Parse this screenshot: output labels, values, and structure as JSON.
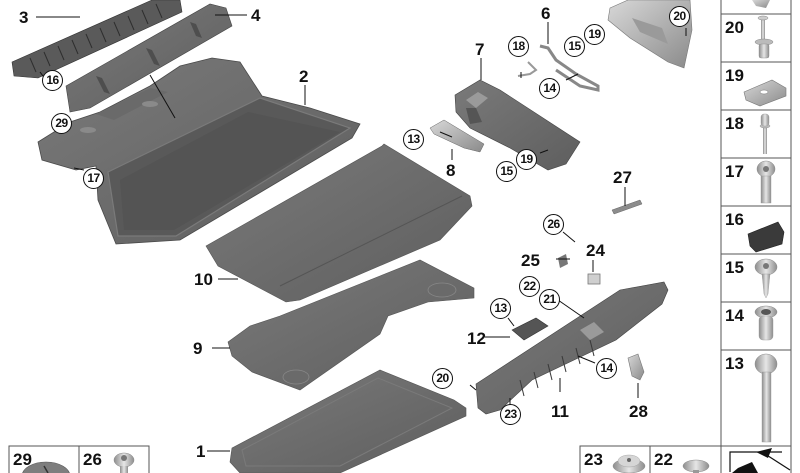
{
  "diagram": {
    "type": "exploded-parts-diagram",
    "subject": "Trunk / luggage compartment trim panels and floor",
    "colors": {
      "part_fill": "#6e6e6e",
      "part_dark": "#4a4a4a",
      "part_light": "#9a9a9a",
      "small_part_light": "#c8c8c8",
      "leader_line": "#111111",
      "cell_border": "#555555",
      "background": "#ffffff"
    },
    "callouts": {
      "main": [
        {
          "id": "3",
          "text": "3"
        },
        {
          "id": "4",
          "text": "4"
        },
        {
          "id": "2",
          "text": "2"
        },
        {
          "id": "6",
          "text": "6"
        },
        {
          "id": "7",
          "text": "7"
        },
        {
          "id": "8",
          "text": "8"
        },
        {
          "id": "27",
          "text": "27"
        },
        {
          "id": "24",
          "text": "24"
        },
        {
          "id": "25",
          "text": "25"
        },
        {
          "id": "10",
          "text": "10"
        },
        {
          "id": "12",
          "text": "12"
        },
        {
          "id": "9",
          "text": "9"
        },
        {
          "id": "11",
          "text": "11"
        },
        {
          "id": "28",
          "text": "28"
        },
        {
          "id": "1",
          "text": "1"
        }
      ],
      "circled": [
        {
          "id": "c16",
          "text": "16"
        },
        {
          "id": "c29",
          "text": "29"
        },
        {
          "id": "c17",
          "text": "17"
        },
        {
          "id": "c18",
          "text": "18"
        },
        {
          "id": "c15a",
          "text": "15"
        },
        {
          "id": "c19a",
          "text": "19"
        },
        {
          "id": "c20a",
          "text": "20"
        },
        {
          "id": "c14a",
          "text": "14"
        },
        {
          "id": "c13a",
          "text": "13"
        },
        {
          "id": "c15b",
          "text": "15"
        },
        {
          "id": "c19b",
          "text": "19"
        },
        {
          "id": "c26",
          "text": "26"
        },
        {
          "id": "c22",
          "text": "22"
        },
        {
          "id": "c21",
          "text": "21"
        },
        {
          "id": "c13b",
          "text": "13"
        },
        {
          "id": "c14b",
          "text": "14"
        },
        {
          "id": "c20b",
          "text": "20"
        },
        {
          "id": "c23",
          "text": "23"
        }
      ]
    },
    "parts_legend": {
      "right_column": [
        {
          "number": "20",
          "part": "expanding-rivet"
        },
        {
          "number": "19",
          "part": "spring-nut-clip"
        },
        {
          "number": "18",
          "part": "blind-rivet"
        },
        {
          "number": "17",
          "part": "torx-screw"
        },
        {
          "number": "16",
          "part": "plastic-clip"
        },
        {
          "number": "15",
          "part": "tapping-screw-with-washer"
        },
        {
          "number": "14",
          "part": "rivet-nut"
        },
        {
          "number": "13",
          "part": "long-hex-flange-bolt"
        }
      ],
      "bottom_left": [
        {
          "number": "29",
          "part": "round-cap-fastener"
        },
        {
          "number": "26",
          "part": "hex-flange-screw"
        }
      ],
      "bottom_right": [
        {
          "number": "23",
          "part": "rubber-buffer"
        },
        {
          "number": "22",
          "part": "push-rivet"
        },
        {
          "number": "",
          "part": "direction-arrow"
        }
      ]
    }
  }
}
